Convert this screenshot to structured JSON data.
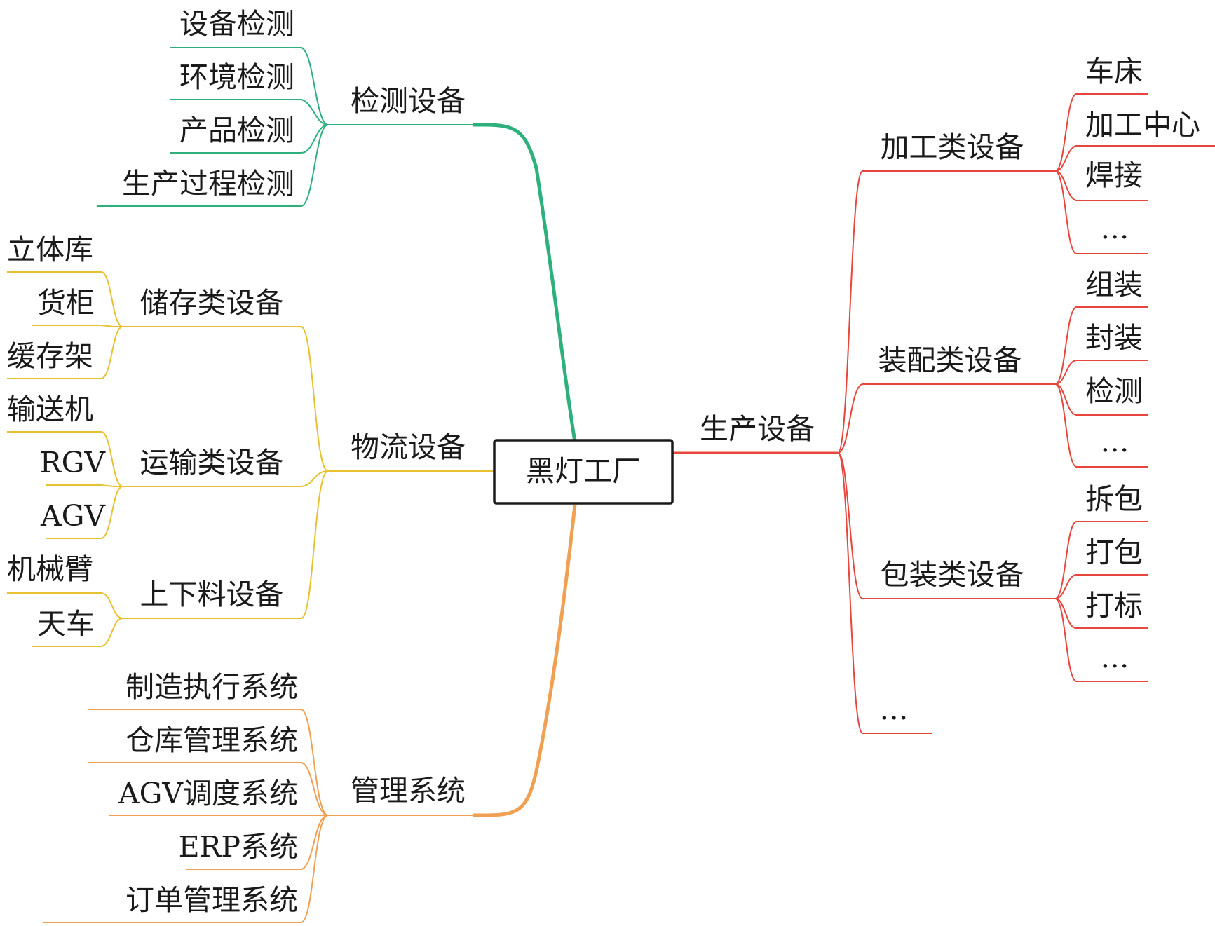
{
  "root": "黑灯工厂",
  "colors": {
    "inspection": "#2db07c",
    "logistics": "#e8c130",
    "management": "#f0a050",
    "production": "#e8453c"
  },
  "branches": {
    "inspection": {
      "label": "检测设备",
      "children": [
        "设备检测",
        "环境检测",
        "产品检测",
        "生产过程检测"
      ]
    },
    "logistics": {
      "label": "物流设备",
      "groups": [
        {
          "label": "储存类设备",
          "children": [
            "立体库",
            "货柜",
            "缓存架"
          ]
        },
        {
          "label": "运输类设备",
          "children": [
            "输送机",
            "RGV",
            "AGV"
          ]
        },
        {
          "label": "上下料设备",
          "children": [
            "机械臂",
            "天车"
          ]
        }
      ]
    },
    "management": {
      "label": "管理系统",
      "children": [
        "制造执行系统",
        "仓库管理系统",
        "AGV调度系统",
        "ERP系统",
        "订单管理系统"
      ]
    },
    "production": {
      "label": "生产设备",
      "groups": [
        {
          "label": "加工类设备",
          "children": [
            "车床",
            "加工中心",
            "焊接",
            "…"
          ]
        },
        {
          "label": "装配类设备",
          "children": [
            "组装",
            "封装",
            "检测",
            "…"
          ]
        },
        {
          "label": "包装类设备",
          "children": [
            "拆包",
            "打包",
            "打标",
            "…"
          ]
        }
      ],
      "more": "…"
    }
  }
}
